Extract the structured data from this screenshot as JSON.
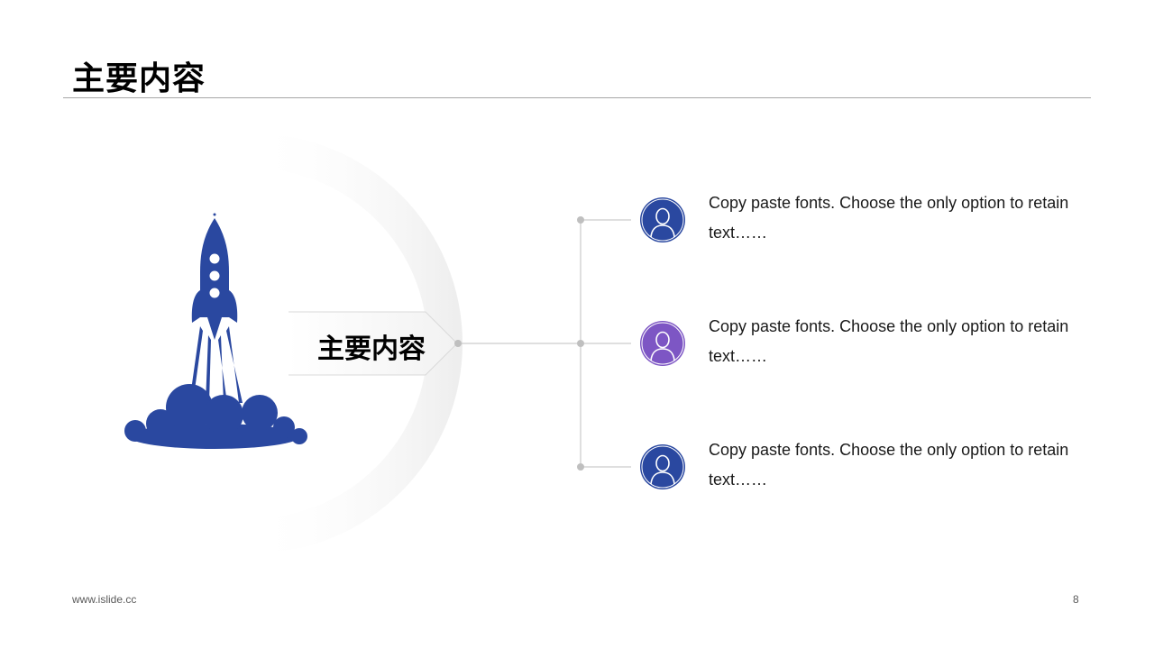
{
  "slide": {
    "title": "主要内容",
    "center_label": "主要内容",
    "footer_url": "www.islide.cc",
    "page_number": "8"
  },
  "items": [
    {
      "text": "Copy paste fonts. Choose the only option to retain text……",
      "icon": "user-icon",
      "color": "#2a48a0"
    },
    {
      "text": "Copy paste fonts. Choose the only option to retain text……",
      "icon": "user-icon",
      "color": "#7d56c4"
    },
    {
      "text": "Copy paste fonts. Choose the only option to retain text……",
      "icon": "user-icon",
      "color": "#2a48a0"
    }
  ],
  "colors": {
    "rocket": "#2a48a0",
    "accent_purple": "#7d56c4",
    "rule": "#a6a6a6",
    "connector": "#bfbfbf"
  }
}
